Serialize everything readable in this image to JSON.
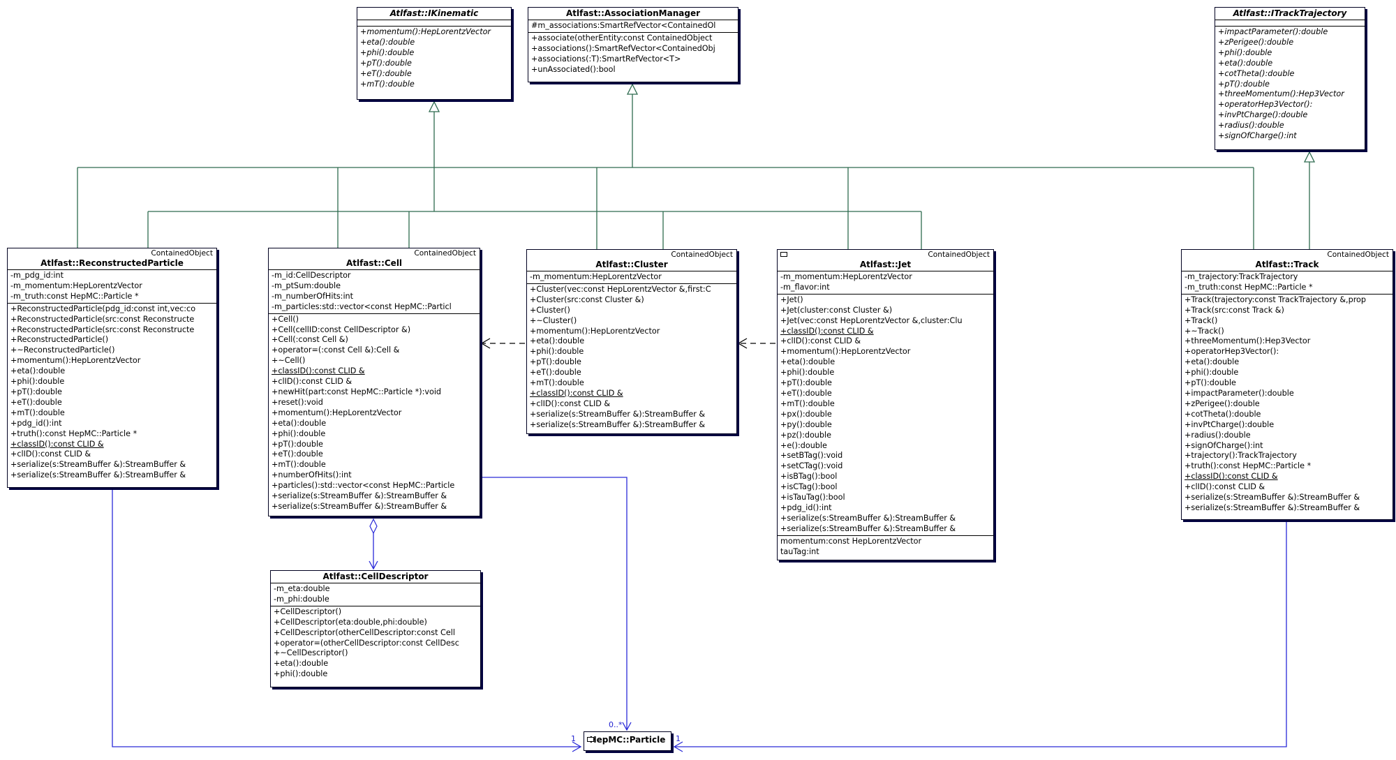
{
  "classes": {
    "ikinematic": {
      "name": "Atlfast::IKinematic",
      "attributes": [],
      "operations": [
        "+momentum():HepLorentzVector",
        "+eta():double",
        "+phi():double",
        "+pT():double",
        "+eT():double",
        "+mT():double"
      ]
    },
    "association_manager": {
      "name": "Atlfast::AssociationManager",
      "attributes": [
        "#m_associations:SmartRefVector<ContainedOl"
      ],
      "operations": [
        "+associate(otherEntity:const ContainedObject",
        "+associations():SmartRefVector<ContainedObj",
        "+associations(:T):SmartRefVector<T>",
        "+unAssociated():bool"
      ]
    },
    "itrack_trajectory": {
      "name": "Atlfast::ITrackTrajectory",
      "attributes": [],
      "operations": [
        "+impactParameter():double",
        "+zPerigee():double",
        "+phi():double",
        "+eta():double",
        "+cotTheta():double",
        "+pT():double",
        "+threeMomentum():Hep3Vector",
        "+operatorHep3Vector():",
        "+invPtCharge():double",
        "+radius():double",
        "+signOfCharge():int"
      ]
    },
    "reconstructed_particle": {
      "stereotype": "ContainedObject",
      "name": "Atlfast::ReconstructedParticle",
      "attributes": [
        "-m_pdg_id:int",
        "-m_momentum:HepLorentzVector",
        "-m_truth:const HepMC::Particle *"
      ],
      "operations": [
        "+ReconstructedParticle(pdg_id:const int,vec:co",
        "+ReconstructedParticle(src:const Reconstructe",
        "+ReconstructedParticle(src:const Reconstructe",
        "+ReconstructedParticle()",
        "+~ReconstructedParticle()",
        "+momentum():HepLorentzVector",
        "+eta():double",
        "+phi():double",
        "+pT():double",
        "+eT():double",
        "+mT():double",
        "+pdg_id():int",
        "+truth():const HepMC::Particle *",
        "+classID():const CLID &",
        "+clID():const CLID &",
        "+serialize(s:StreamBuffer &):StreamBuffer &",
        "+serialize(s:StreamBuffer &):StreamBuffer &"
      ]
    },
    "cell": {
      "stereotype": "ContainedObject",
      "name": "Atlfast::Cell",
      "attributes": [
        "-m_id:CellDescriptor",
        "-m_ptSum:double",
        "-m_numberOfHits:int",
        "-m_particles:std::vector<const HepMC::Particl"
      ],
      "operations": [
        "+Cell()",
        "+Cell(cellID:const CellDescriptor &)",
        "+Cell(:const Cell &)",
        "+operator=(:const Cell &):Cell &",
        "+~Cell()",
        "+classID():const CLID &",
        "+clID():const CLID &",
        "+newHit(part:const HepMC::Particle *):void",
        "+reset():void",
        "+momentum():HepLorentzVector",
        "+eta():double",
        "+phi():double",
        "+pT():double",
        "+eT():double",
        "+mT():double",
        "+numberOfHits():int",
        "+particles():std::vector<const HepMC::Particle",
        "+serialize(s:StreamBuffer &):StreamBuffer &",
        "+serialize(s:StreamBuffer &):StreamBuffer &"
      ]
    },
    "cluster": {
      "stereotype": "ContainedObject",
      "name": "Atlfast::Cluster",
      "attributes": [
        "-m_momentum:HepLorentzVector"
      ],
      "operations": [
        "+Cluster(vec:const HepLorentzVector &,first:C",
        "+Cluster(src:const Cluster &)",
        "+Cluster()",
        "+~Cluster()",
        "+momentum():HepLorentzVector",
        "+eta():double",
        "+phi():double",
        "+pT():double",
        "+eT():double",
        "+mT():double",
        "+classID():const CLID &",
        "+clID():const CLID &",
        "+serialize(s:StreamBuffer &):StreamBuffer &",
        "+serialize(s:StreamBuffer &):StreamBuffer &"
      ]
    },
    "jet": {
      "stereotype": "ContainedObject",
      "name": "Atlfast::Jet",
      "attributes": [
        "-m_momentum:HepLorentzVector",
        "-m_flavor:int"
      ],
      "operations": [
        "+Jet()",
        "+Jet(cluster:const Cluster &)",
        "+Jet(vec:const HepLorentzVector &,cluster:Clu",
        "+classID():const CLID &",
        "+clID():const CLID &",
        "+momentum():HepLorentzVector",
        "+eta():double",
        "+phi():double",
        "+pT():double",
        "+eT():double",
        "+mT():double",
        "+px():double",
        "+py():double",
        "+pz():double",
        "+e():double",
        "+setBTag():void",
        "+setCTag():void",
        "+isBTag():bool",
        "+isCTag():bool",
        "+isTauTag():bool",
        "+pdg_id():int",
        "+serialize(s:StreamBuffer &):StreamBuffer &",
        "+serialize(s:StreamBuffer &):StreamBuffer &"
      ],
      "extra": [
        "momentum:const HepLorentzVector",
        "tauTag:int"
      ]
    },
    "track": {
      "stereotype": "ContainedObject",
      "name": "Atlfast::Track",
      "attributes": [
        "-m_trajectory:TrackTrajectory",
        "-m_truth:const HepMC::Particle *"
      ],
      "operations": [
        "+Track(trajectory:const TrackTrajectory &,prop",
        "+Track(src:const Track &)",
        "+Track()",
        "+~Track()",
        "+threeMomentum():Hep3Vector",
        "+operatorHep3Vector():",
        "+eta():double",
        "+phi():double",
        "+pT():double",
        "+impactParameter():double",
        "+zPerigee():double",
        "+cotTheta():double",
        "+invPtCharge():double",
        "+radius():double",
        "+signOfCharge():int",
        "+trajectory():TrackTrajectory",
        "+truth():const HepMC::Particle *",
        "+classID():const CLID &",
        "+clID():const CLID &",
        "+serialize(s:StreamBuffer &):StreamBuffer &",
        "+serialize(s:StreamBuffer &):StreamBuffer &"
      ]
    },
    "cell_descriptor": {
      "name": "Atlfast::CellDescriptor",
      "attributes": [
        "-m_eta:double",
        "-m_phi:double"
      ],
      "operations": [
        "+CellDescriptor()",
        "+CellDescriptor(eta:double,phi:double)",
        "+CellDescriptor(otherCellDescriptor:const Cell",
        "+operator=(otherCellDescriptor:const CellDesc",
        "+~CellDescriptor()",
        "+eta():double",
        "+phi():double"
      ]
    },
    "hepmc_particle": {
      "name": "HepMC::Particle"
    }
  },
  "multiplicities": {
    "cell_particles": "0..*",
    "recon_truth": "1",
    "track_truth": "1"
  },
  "colors": {
    "generalization": "#2e6b4f",
    "association": "#2a2ad8",
    "box_border": "#000020"
  }
}
